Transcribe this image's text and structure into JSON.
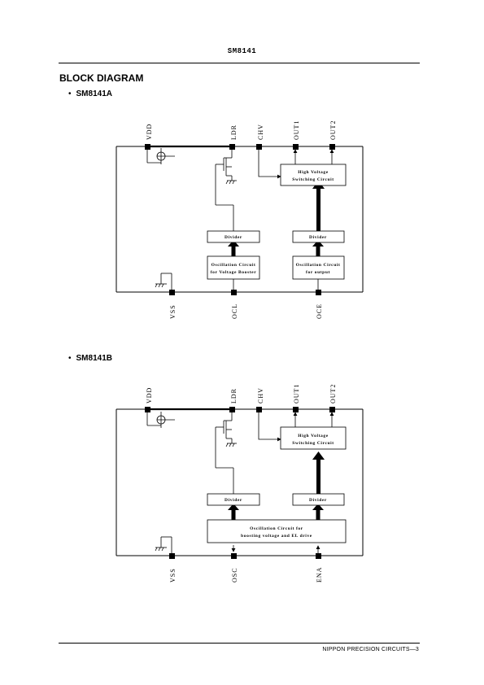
{
  "header": {
    "part": "SM8141"
  },
  "section_title": "BLOCK DIAGRAM",
  "diagram_a": {
    "variant": "SM8141A",
    "pins_top": [
      "VDD",
      "LDR",
      "CHV",
      "OUT1",
      "OUT2"
    ],
    "pins_bottom": [
      "VSS",
      "OCL",
      "OCE"
    ],
    "blocks": {
      "hv_switch": [
        "High Voltage",
        "Switching Circuit"
      ],
      "divider_left": "Divider",
      "divider_right": "Divider",
      "osc_left": [
        "Oscillation Circuit",
        "for Voltage Booster"
      ],
      "osc_right": [
        "Oscillation Circuit",
        "for output"
      ]
    }
  },
  "diagram_b": {
    "variant": "SM8141B",
    "pins_top": [
      "VDD",
      "LDR",
      "CHV",
      "OUT1",
      "OUT2"
    ],
    "pins_bottom": [
      "VSS",
      "OSC",
      "ENA"
    ],
    "blocks": {
      "hv_switch": [
        "High Voltage",
        "Switching Circuit"
      ],
      "divider_left": "Divider",
      "divider_right": "Divider",
      "osc": [
        "Oscillation Circuit for",
        "boosting voltage and EL drive"
      ]
    }
  },
  "footer": "NIPPON PRECISION CIRCUITS—3"
}
